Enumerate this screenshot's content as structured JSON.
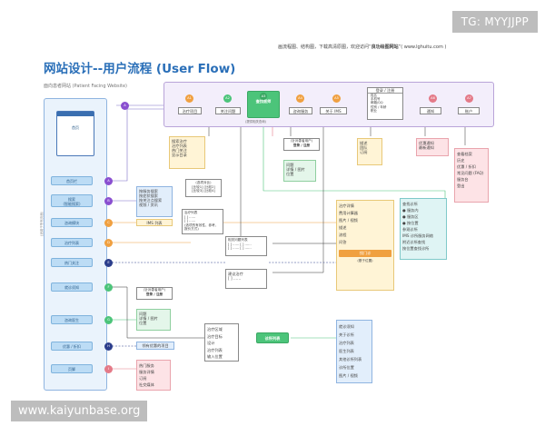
{
  "header": {
    "watermark_top": "TG: MYYJJPP",
    "credit": "画流程图、结构图，下载高清原图，欢迎访问“",
    "credit_brand": "良功绘图网站",
    "credit_url": "”( www.lghuitu.com )",
    "title": "网站设计--用户流程 (User Flow)",
    "subtitle": "面向患者网站 (Patient Facing Website)"
  },
  "sidebar": {
    "home": "首页",
    "items": [
      "首页栏",
      "搜索\n(智能搜索)",
      "咨询模块",
      "治疗列表",
      "热门关注",
      "就诊须知",
      "咨询医生",
      "优惠 / 折扣",
      "页脚"
    ],
    "circles": [
      "A",
      "B",
      "C",
      "D",
      "E",
      "F",
      "G",
      "H",
      "I"
    ],
    "vertical_label": "(适用于所有页面)"
  },
  "top": {
    "nodes": [
      "A1",
      "A2",
      "A3",
      "A4",
      "A5",
      "A6",
      "A7"
    ],
    "labels": [
      "治疗项目",
      "关注问题",
      "咨询服务",
      "关于 IMS",
      "通知",
      "账户"
    ],
    "center_label": "查找医师",
    "center_sub": "(提供相关查询)",
    "login_label": "登录 / 注册",
    "login_list": [
      "姓名",
      "手机号",
      "邮箱/QQ",
      "性别 / 年龄",
      "职业"
    ]
  },
  "boxes": {
    "treat_list": [
      "搜索治疗",
      "治疗列表",
      "热门关注",
      "显示目录"
    ],
    "search_opts": [
      "按服务搜索",
      "按症状搜索",
      "按关注点搜索",
      "视频 / 资讯"
    ],
    "ims_list": "IMS 列表",
    "login_box": [
      "(针对患者用户)",
      "登录 / 注册"
    ],
    "login_box2": [
      "(针对患者用户)",
      "登录 / 注册"
    ],
    "qa": [
      "问题",
      "详情 / 图片",
      "位置"
    ],
    "desc": [
      "描述",
      "团队",
      "订阅"
    ],
    "notify": [
      "优惠通知",
      "最新通知"
    ],
    "account": [
      "查看档案",
      "历史",
      "优惠 / 折扣",
      "常见问题 (FAQ)",
      "服务台",
      "登出"
    ],
    "treat_detail": [
      "治疗详情",
      "费用计算器",
      "图片 / 视频",
      "描述",
      "流程",
      "问答"
    ],
    "find_doc_btn": "找门诊",
    "find_doc_sub": "(基于位置)",
    "right_list": [
      "查找诊所",
      "● 服务内",
      "● 服务区",
      "● 按位置",
      "参观诊所",
      "IMS 诊所服务网络",
      "附近诊所查找",
      "按位置查找诊所"
    ],
    "visit_list": [
      "就诊须知",
      "关于诊所",
      "治疗列表",
      "医生列表",
      "其他诊所列表",
      "诊所位置",
      "图片 / 视频"
    ],
    "mid_list": [
      "治疗区域",
      "治疗目标",
      "设计",
      "治疗列表",
      "输入位置"
    ],
    "clinic_btn": "诊所列表",
    "special_offer": "领有优惠的项目",
    "footer_list": [
      "热门服务",
      "服务详情",
      "订阅",
      "社交媒体"
    ],
    "qa2": [
      "问题",
      "详情 / 图片",
      "位置"
    ],
    "related": [
      "相关问题列表",
      "[  ] ……  [  ] ……",
      "[  ] ……  [  ] ……"
    ],
    "recommend": [
      "建议治疗",
      "[  ] ……"
    ],
    "compare": [
      "(选项对比)",
      "[比较1] [比较2]",
      "[比较3] [比较4]"
    ],
    "treat_list_box": [
      "治疗列表",
      "[  ] ……",
      "[  ] ……",
      "(选项的有效性、参考、报价方式)"
    ]
  },
  "footer_watermark": "www.kaiyunbase.org",
  "colors": {
    "title": "#2a6fb8",
    "purple": "#8a4fd0",
    "pink": "#e47a88",
    "orange": "#f0a040",
    "green": "#4cc47a",
    "blue": "#3a7dd0",
    "navy": "#2c3e8c"
  }
}
